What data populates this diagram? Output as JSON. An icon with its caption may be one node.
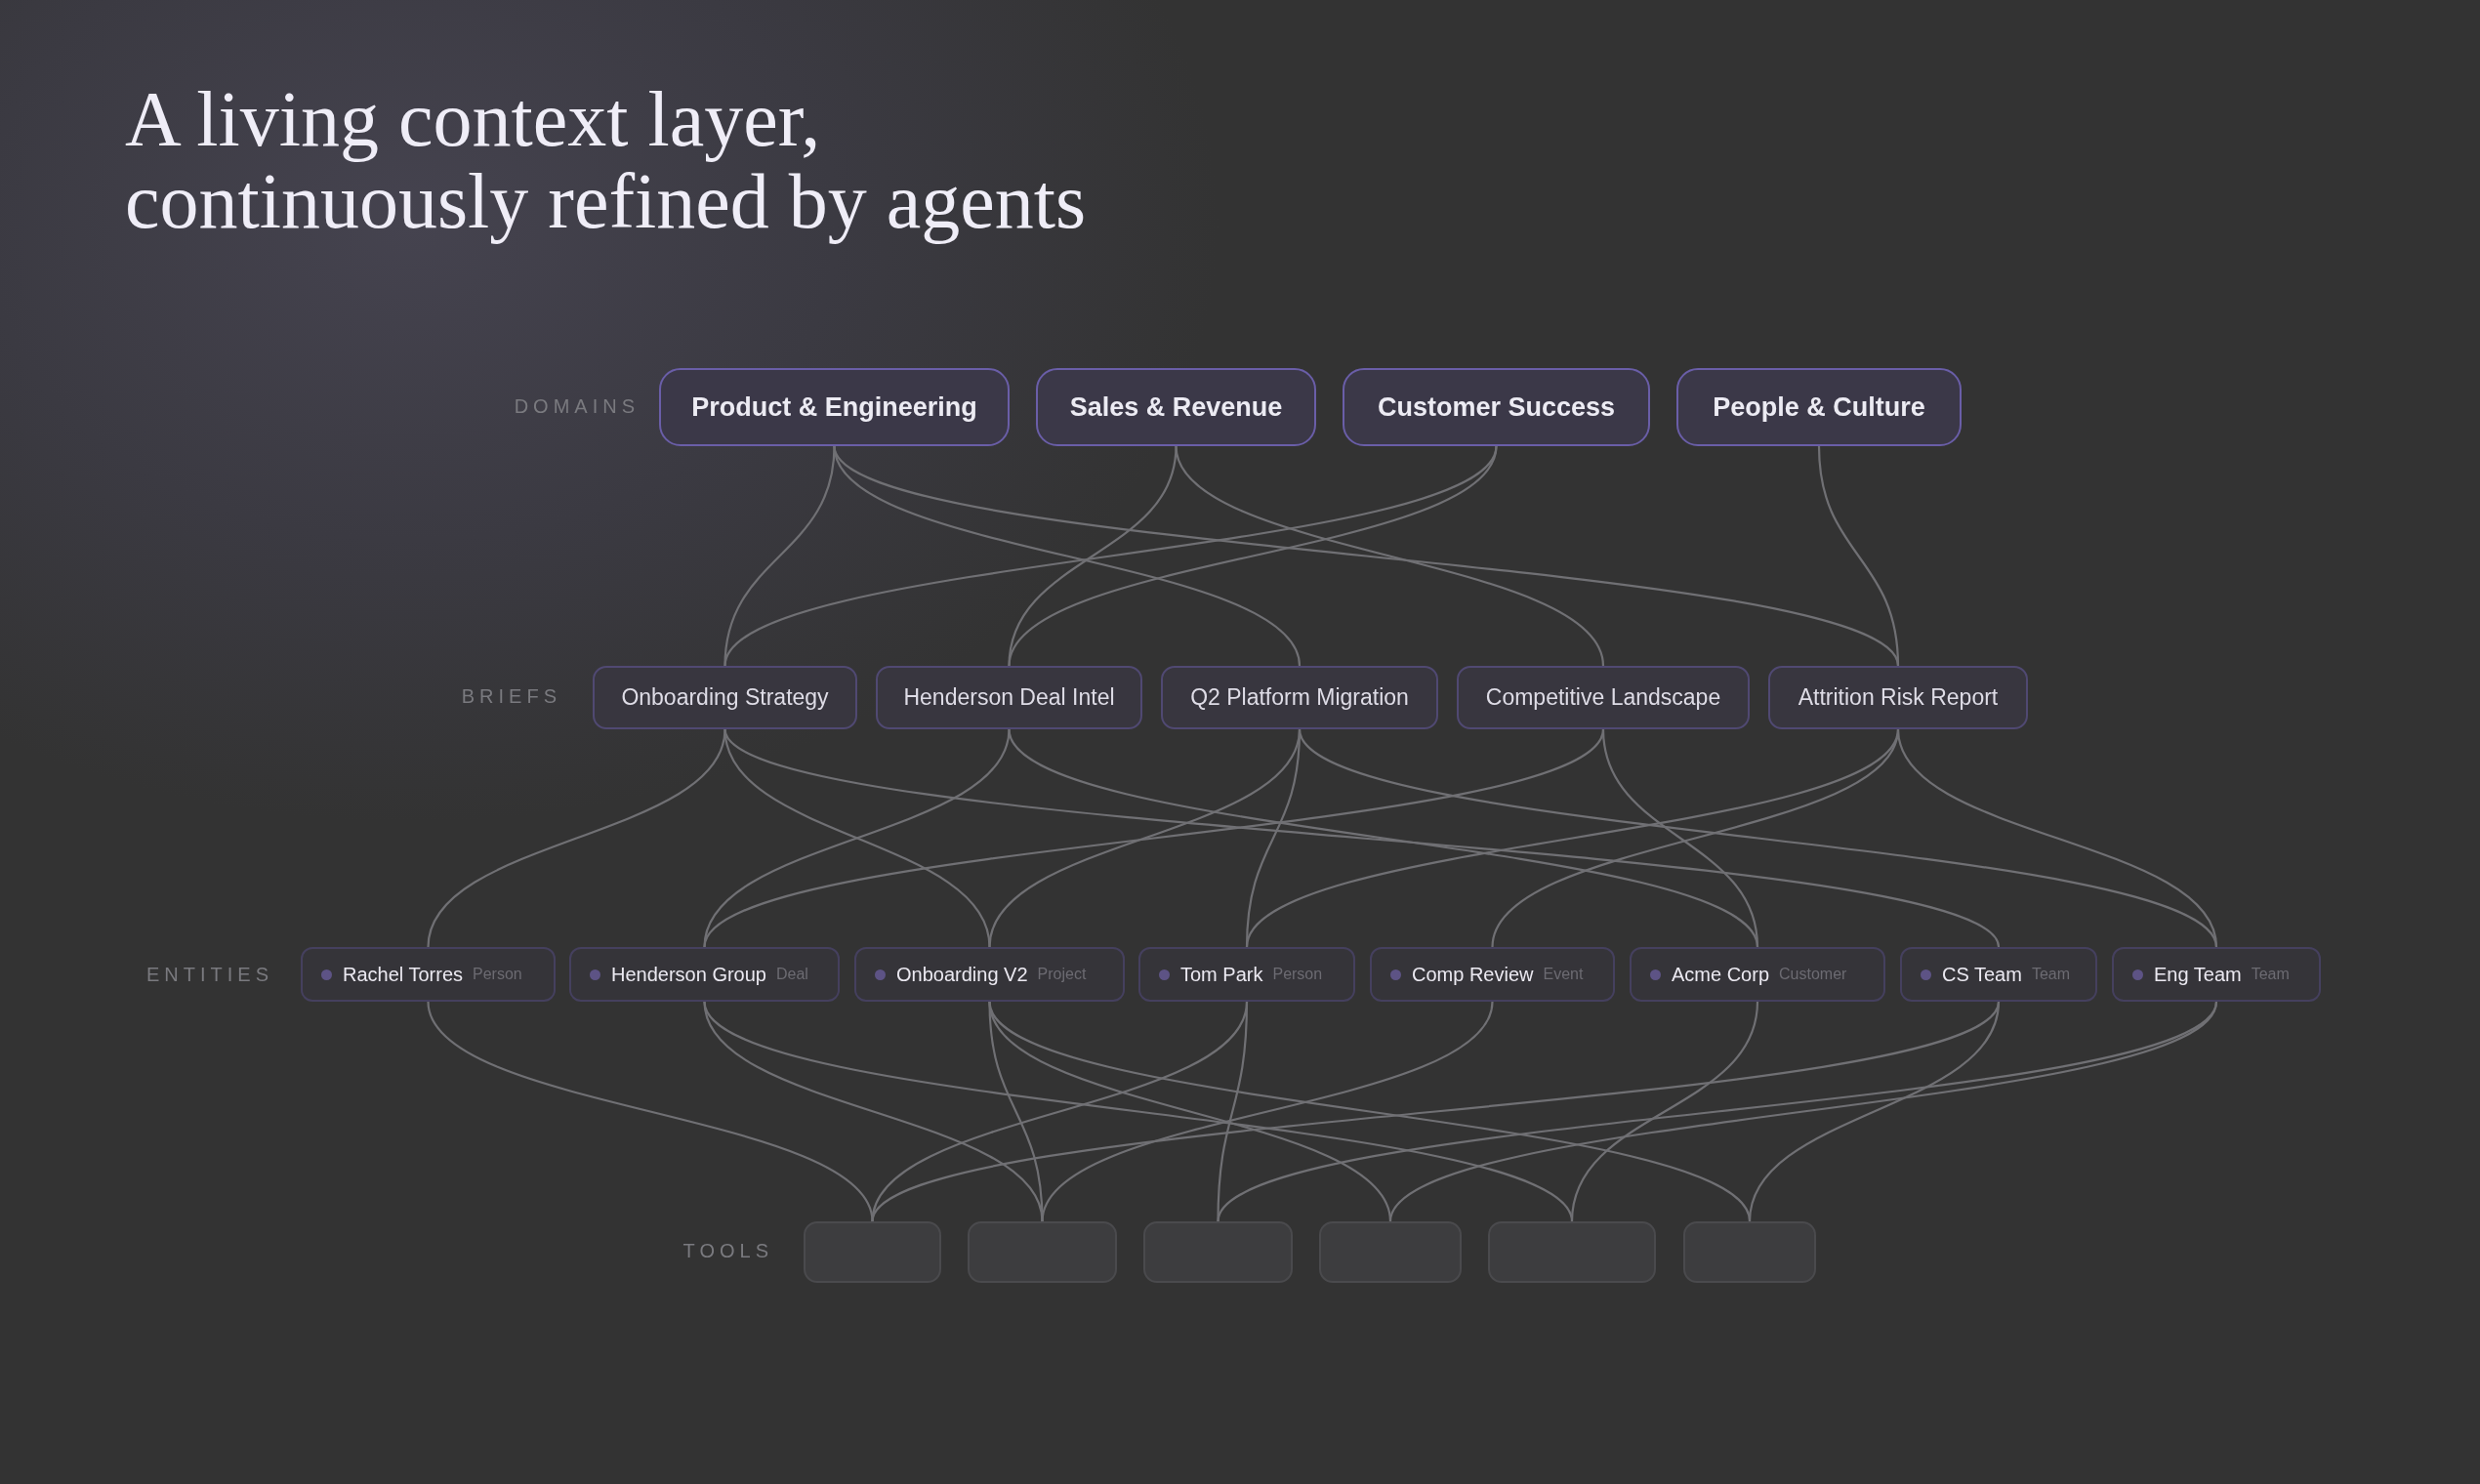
{
  "diagram": {
    "title": "A living context layer, continuously refined by agents",
    "nodes": [
      {
        "text": [
          "Product & Engineering"
        ]
      },
      {
        "text": [
          "Sales & Revenue"
        ]
      },
      {
        "text": [
          "Customer Success"
        ]
      },
      {
        "text": [
          "People & Culture"
        ]
      },
      {
        "text": [
          "Onboarding Strategy"
        ]
      },
      {
        "text": [
          "Henderson Deal Intel"
        ]
      },
      {
        "text": [
          "Q2 Platform Migration"
        ]
      },
      {
        "text": [
          "Competitive Landscape"
        ]
      },
      {
        "text": [
          "Attrition Risk Report"
        ]
      },
      {
        "text": [
          "Rachel Torres",
          "Person"
        ]
      },
      {
        "text": [
          "Henderson Group",
          "Deal"
        ]
      },
      {
        "text": [
          "Onboarding V2",
          "Project"
        ]
      },
      {
        "text": [
          "Tom Park",
          "Person"
        ]
      },
      {
        "text": [
          "Comp Review",
          "Event"
        ]
      },
      {
        "text": [
          "Acme Corp",
          "Customer"
        ]
      },
      {
        "text": [
          "CS Team",
          "Team"
        ]
      },
      {
        "text": [
          "Eng Team",
          "Team"
        ]
      },
      {
        "text": [],
        "shape": "box"
      },
      {
        "text": [],
        "shape": "box"
      },
      {
        "text": [],
        "shape": "box"
      },
      {
        "text": [],
        "shape": "box"
      },
      {
        "text": [],
        "shape": "box"
      },
      {
        "text": [],
        "shape": "box"
      }
    ],
    "edges": [
      {
        "from": 0,
        "to": 4,
        "arrow": "none"
      },
      {
        "from": 0,
        "to": 6,
        "arrow": "none"
      },
      {
        "from": 0,
        "to": 8,
        "arrow": "none"
      },
      {
        "from": 1,
        "to": 5,
        "arrow": "none"
      },
      {
        "from": 1,
        "to": 7,
        "arrow": "none"
      },
      {
        "from": 2,
        "to": 4,
        "arrow": "none"
      },
      {
        "from": 2,
        "to": 5,
        "arrow": "none"
      },
      {
        "from": 3,
        "to": 8,
        "arrow": "none"
      },
      {
        "from": 4,
        "to": 9,
        "arrow": "none"
      },
      {
        "from": 4,
        "to": 11,
        "arrow": "none"
      },
      {
        "from": 4,
        "to": 15,
        "arrow": "none"
      },
      {
        "from": 5,
        "to": 10,
        "arrow": "none"
      },
      {
        "from": 5,
        "to": 14,
        "arrow": "none"
      },
      {
        "from": 6,
        "to": 11,
        "arrow": "none"
      },
      {
        "from": 6,
        "to": 12,
        "arrow": "none"
      },
      {
        "from": 6,
        "to": 16,
        "arrow": "none"
      },
      {
        "from": 7,
        "to": 14,
        "arrow": "none"
      },
      {
        "from": 7,
        "to": 10,
        "arrow": "none"
      },
      {
        "from": 8,
        "to": 13,
        "arrow": "none"
      },
      {
        "from": 8,
        "to": 12,
        "arrow": "none"
      },
      {
        "from": 8,
        "to": 16,
        "arrow": "none"
      },
      {
        "from": 9,
        "to": 17,
        "arrow": "none"
      },
      {
        "from": 10,
        "to": 18,
        "arrow": "none"
      },
      {
        "from": 10,
        "to": 21,
        "arrow": "none"
      },
      {
        "from": 11,
        "to": 18,
        "arrow": "none"
      },
      {
        "from": 11,
        "to": 20,
        "arrow": "none"
      },
      {
        "from": 11,
        "to": 22,
        "arrow": "none"
      },
      {
        "from": 12,
        "to": 17,
        "arrow": "none"
      },
      {
        "from": 12,
        "to": 19,
        "arrow": "none"
      },
      {
        "from": 13,
        "to": 18,
        "arrow": "none"
      },
      {
        "from": 14,
        "to": 21,
        "arrow": "none"
      },
      {
        "from": 15,
        "to": 22,
        "arrow": "none"
      },
      {
        "from": 15,
        "to": 17,
        "arrow": "none"
      },
      {
        "from": 16,
        "to": 19,
        "arrow": "none"
      },
      {
        "from": 16,
        "to": 20,
        "arrow": "none"
      }
    ],
    "labels": [
      "DOMAINS",
      "BRIEFS",
      "ENTITIES",
      "TOOLS"
    ]
  }
}
